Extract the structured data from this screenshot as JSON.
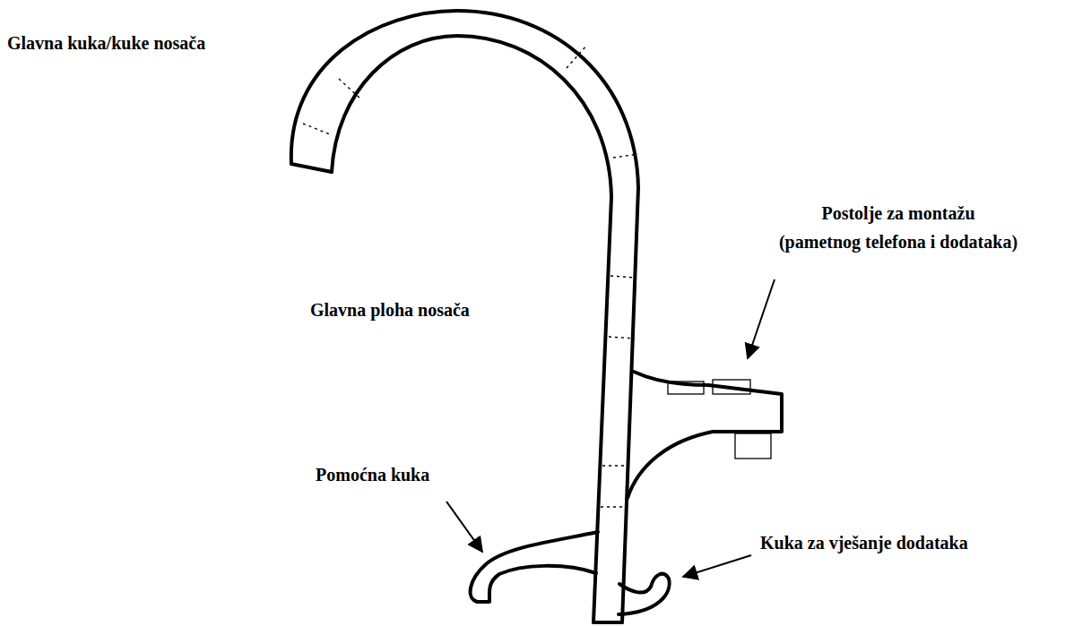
{
  "diagram": {
    "labels": [
      "Glavna kuka/kuke nosača",
      "Postolje za montažu (pametnog telefona i dodataka)",
      "Glavna ploha nosača",
      "Pomoćna kuka",
      "Kuka za vješanje dodataka"
    ]
  }
}
